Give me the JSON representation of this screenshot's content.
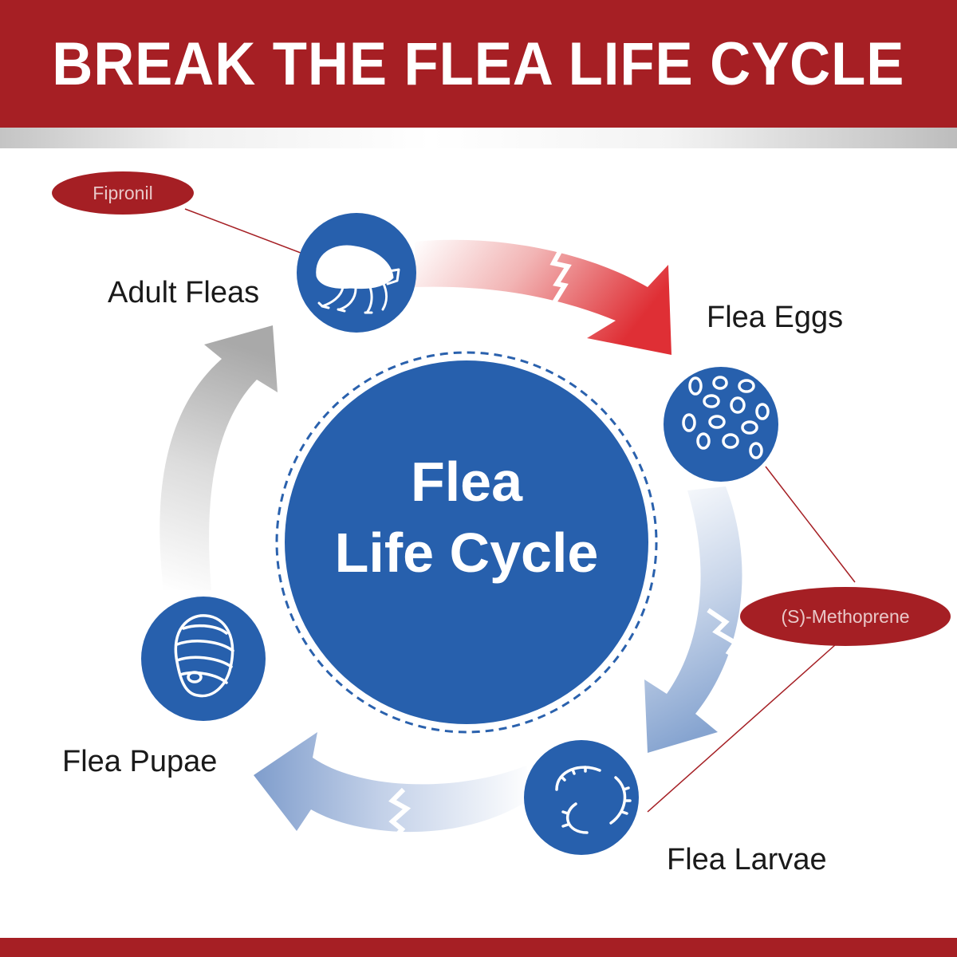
{
  "header": {
    "title": "BREAK THE FLEA LIFE CYCLE"
  },
  "center": {
    "line1": "Flea",
    "line2": "Life Cycle"
  },
  "stages": {
    "adult": "Adult Fleas",
    "eggs": "Flea Eggs",
    "larvae": "Flea Larvae",
    "pupae": "Flea Pupae"
  },
  "treatments": {
    "fipronil": "Fipronil",
    "methoprene": "(S)-Methoprene"
  },
  "colors": {
    "brand_red": "#a61f24",
    "circle_blue": "#2760ad",
    "arrow_red": "#e0353b",
    "arrow_grey": "#b3b3b3",
    "arrow_blue": "#8fa9d2"
  },
  "icons": [
    "flea-icon",
    "eggs-icon",
    "larvae-icon",
    "pupa-icon"
  ]
}
